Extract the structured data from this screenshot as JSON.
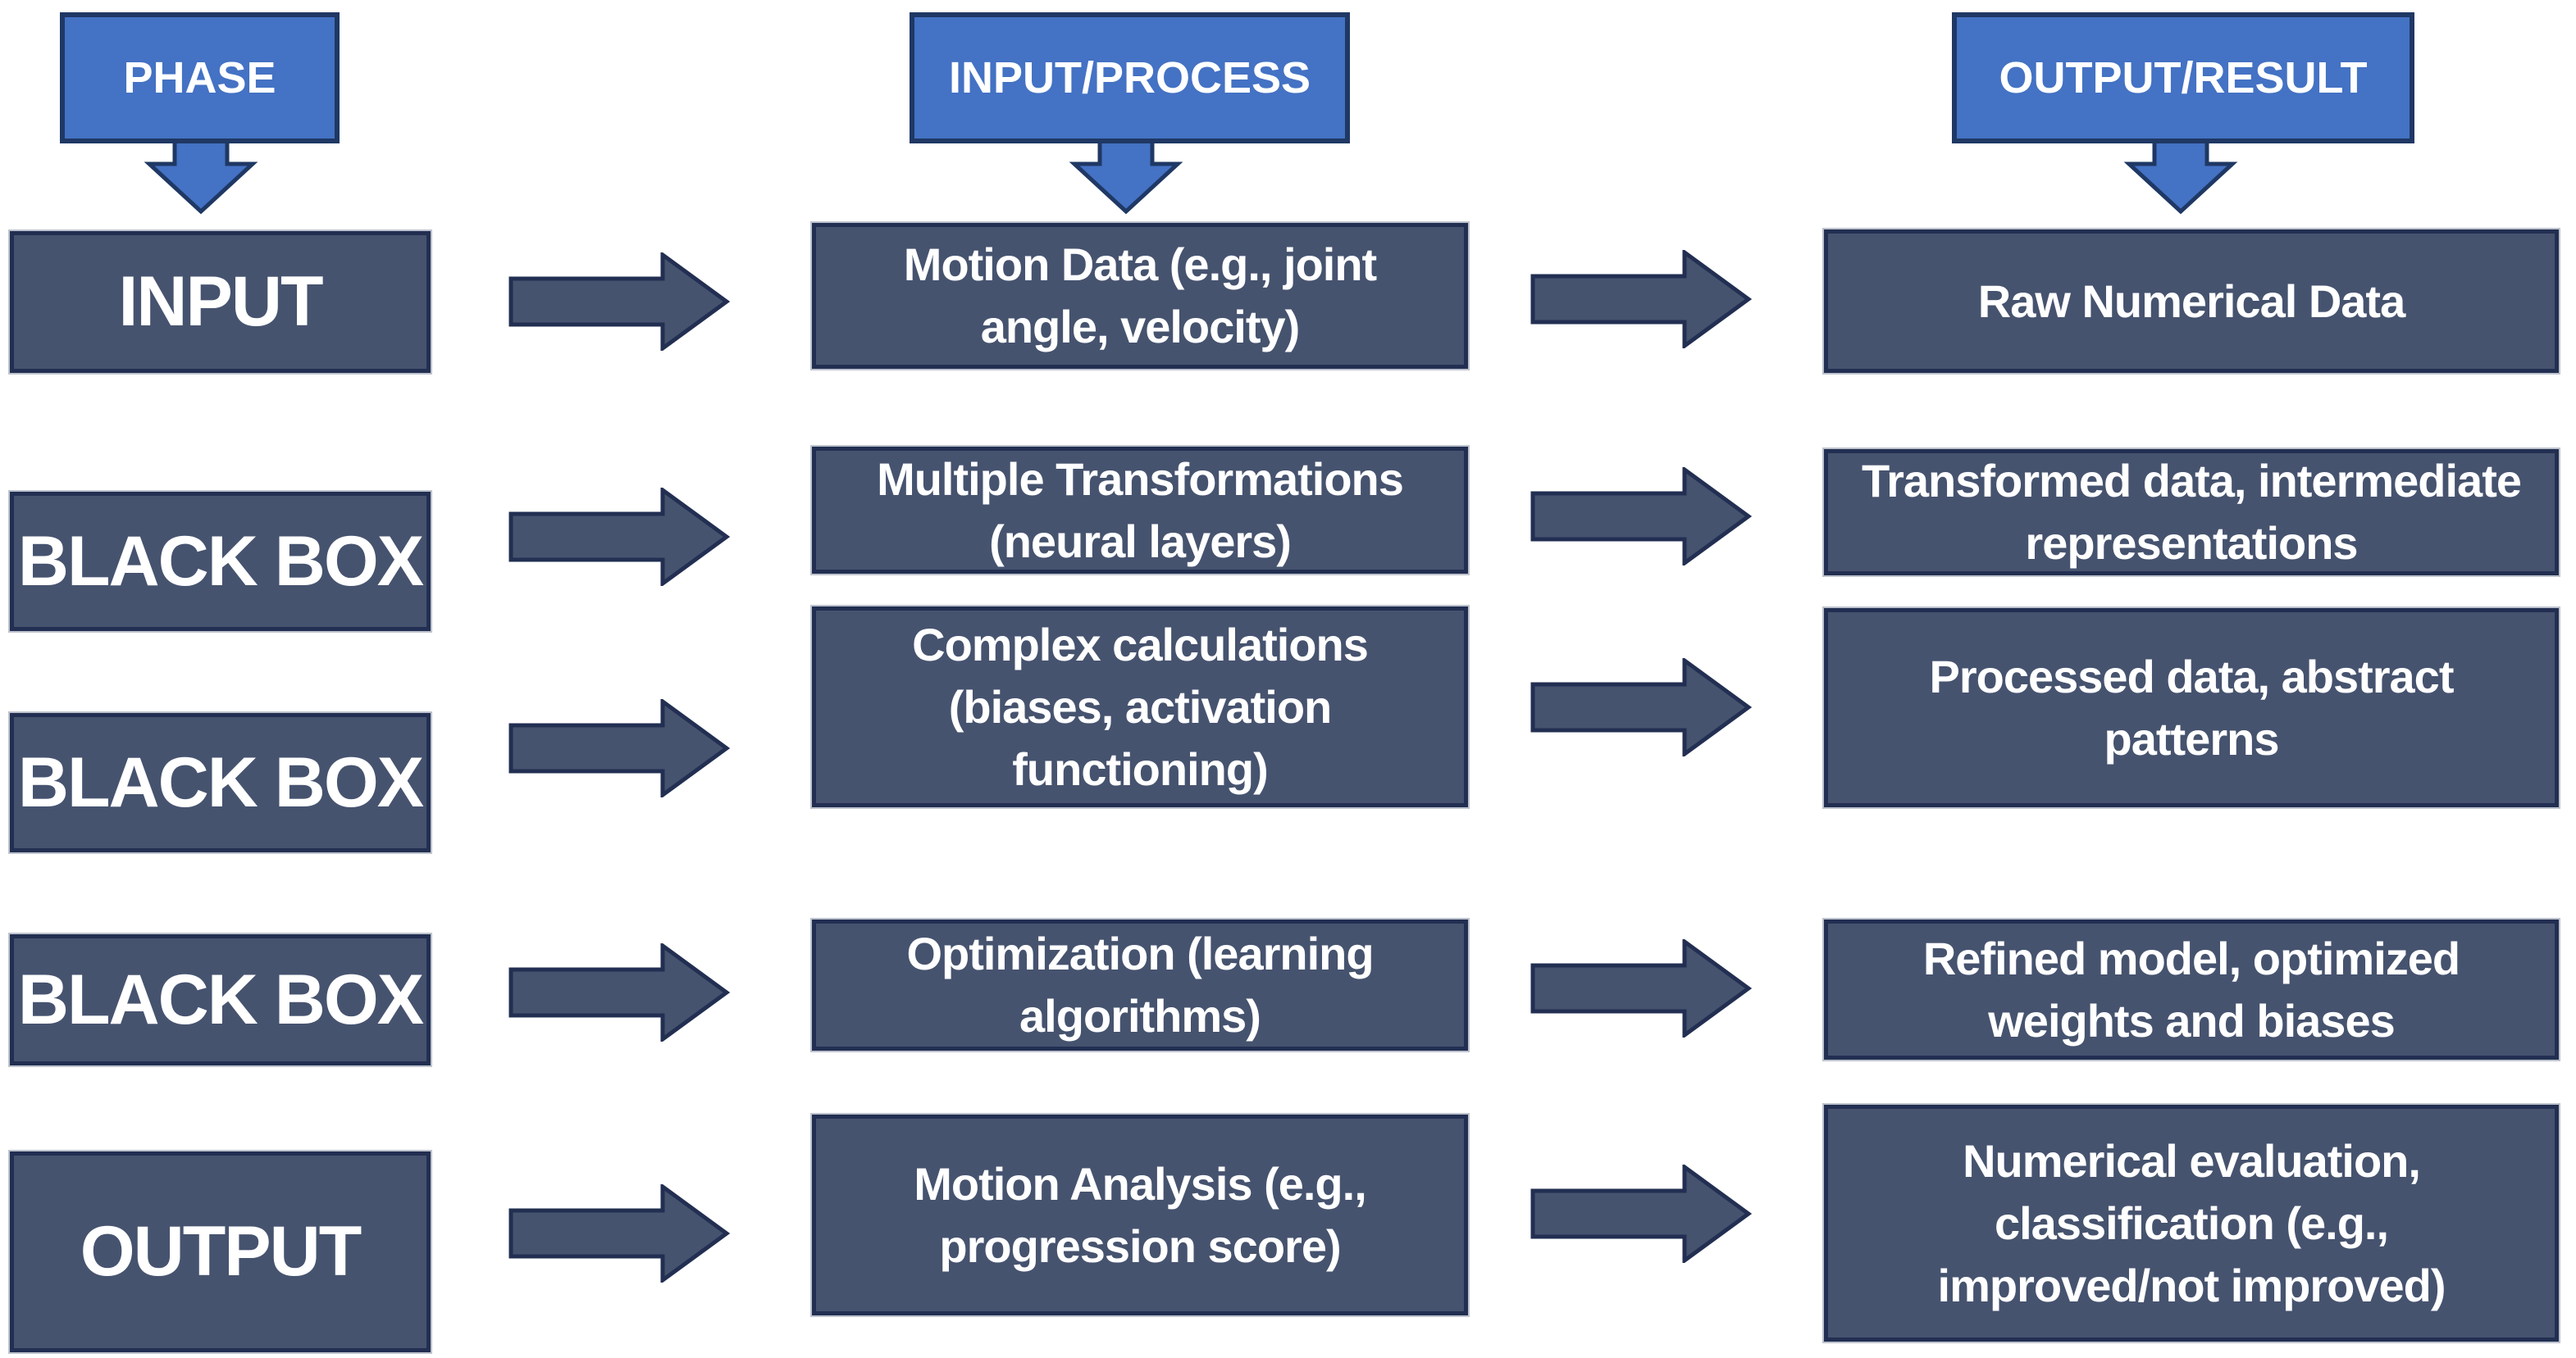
{
  "diagram": {
    "type": "flowchart",
    "palette": {
      "background": "#ffffff",
      "box_fill": "#46536F",
      "box_border": "#222F52",
      "header_fill": "#4472C4",
      "header_border": "#1F3864",
      "text_color": "#ffffff"
    },
    "headers": [
      {
        "label": "PHASE"
      },
      {
        "label": "INPUT/PROCESS"
      },
      {
        "label": "OUTPUT/RESULT"
      }
    ],
    "rows": [
      {
        "phase": "INPUT",
        "process": "Motion Data (e.g., joint angle, velocity)",
        "output": "Raw Numerical Data"
      },
      {
        "phase": "BLACK BOX",
        "process": "Multiple Transformations (neural layers)",
        "output": "Transformed data, intermediate representations"
      },
      {
        "phase": "BLACK BOX",
        "process": "Complex calculations (biases, activation functioning)",
        "output": "Processed data, abstract patterns"
      },
      {
        "phase": "BLACK BOX",
        "process": "Optimization (learning algorithms)",
        "output": "Refined model, optimized weights and biases"
      },
      {
        "phase": "OUTPUT",
        "process": "Motion Analysis (e.g., progression score)",
        "output": "Numerical evaluation, classification (e.g., improved/not improved)"
      }
    ]
  }
}
